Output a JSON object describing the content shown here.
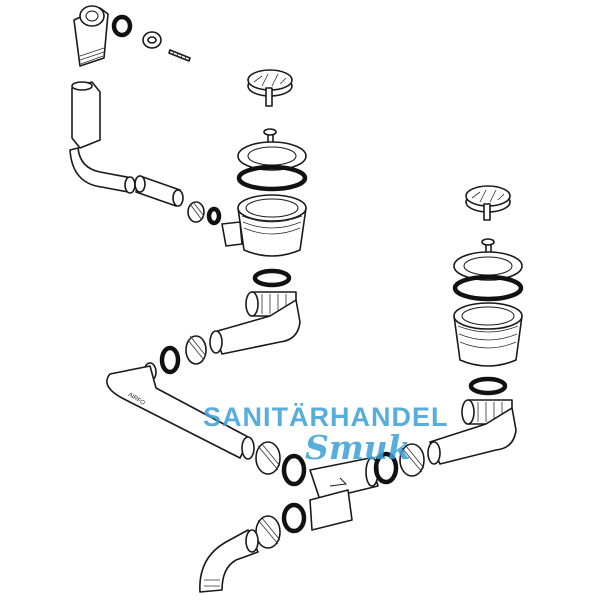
{
  "watermark": {
    "line1": "SANITÄRHANDEL",
    "line2": "Smuk",
    "color": "#3aa0d8"
  },
  "pipe_stamp": "AIRFO",
  "line_color": "#1a1a1a",
  "background": "#ffffff"
}
